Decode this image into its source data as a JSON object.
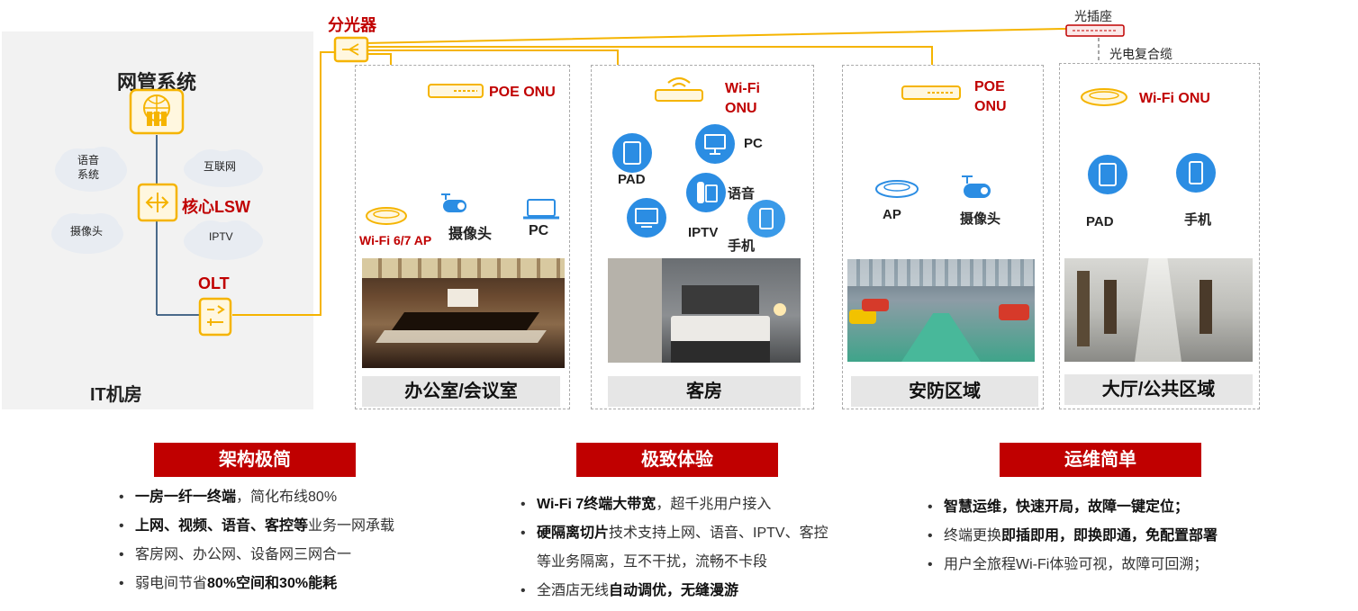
{
  "colors": {
    "accent": "#c00000",
    "device_yellow": "#f5b400",
    "device_blue": "#2b8de3",
    "fiber": "#f5b400",
    "uplink": "#4a6a8a"
  },
  "it_room": {
    "title": "IT机房",
    "nms": "网管系统",
    "core": "核心LSW",
    "olt": "OLT",
    "clouds": {
      "voice": "语音\n系统",
      "internet": "互联网",
      "camera": "摄像头",
      "iptv": "IPTV"
    }
  },
  "splitter": {
    "label": "分光器"
  },
  "socket": {
    "label": "光插座",
    "cable": "光电复合缆"
  },
  "zones": [
    {
      "id": "office",
      "name": "办公室/会议室",
      "onu": "POE ONU",
      "devices": [
        "Wi-Fi 6/7 AP",
        "摄像头",
        "PC"
      ]
    },
    {
      "id": "room",
      "name": "客房",
      "onu": "Wi-Fi\nONU",
      "devices": [
        "PAD",
        "PC",
        "IPTV",
        "语音",
        "手机"
      ]
    },
    {
      "id": "security",
      "name": "安防区域",
      "onu": "POE\nONU",
      "devices": [
        "AP",
        "摄像头"
      ]
    },
    {
      "id": "hall",
      "name": "大厅/公共区域",
      "onu": "Wi-Fi ONU",
      "devices": [
        "PAD",
        "手机"
      ]
    }
  ],
  "features": [
    {
      "title": "架构极简",
      "items": [
        [
          {
            "t": "一房一纤一终端",
            "b": true
          },
          {
            "t": "，简化布线80%",
            "b": false
          }
        ],
        [
          {
            "t": "上网、视频、语音、客控等",
            "b": true
          },
          {
            "t": "业务一网承载",
            "b": false
          }
        ],
        [
          {
            "t": "客房网、办公网、设备网三网合一",
            "b": false
          }
        ],
        [
          {
            "t": "弱电间节省",
            "b": false
          },
          {
            "t": "80%空间和30%能耗",
            "b": true
          }
        ]
      ]
    },
    {
      "title": "极致体验",
      "items": [
        [
          {
            "t": "Wi-Fi 7终端大带宽",
            "b": true
          },
          {
            "t": "，超千兆用户接入",
            "b": false
          }
        ],
        [
          {
            "t": "硬隔离切片",
            "b": true
          },
          {
            "t": "技术支持上网、语音、IPTV、客控",
            "b": false
          }
        ],
        [
          {
            "t": "等业务隔离，互不干扰，流畅不卡段",
            "b": false
          }
        ],
        [
          {
            "t": "全酒店无线",
            "b": false
          },
          {
            "t": "自动调优，无缝漫游",
            "b": true
          }
        ]
      ]
    },
    {
      "title": "运维简单",
      "items": [
        [
          {
            "t": "智慧运维，快速开局，故障一键定位；",
            "b": true
          }
        ],
        [
          {
            "t": "终端更换",
            "b": false
          },
          {
            "t": "即插即用，即换即通，免配置部署",
            "b": true
          }
        ],
        [
          {
            "t": "用户全旅程Wi-Fi体验可视，故障可回溯；",
            "b": false
          }
        ]
      ]
    }
  ]
}
